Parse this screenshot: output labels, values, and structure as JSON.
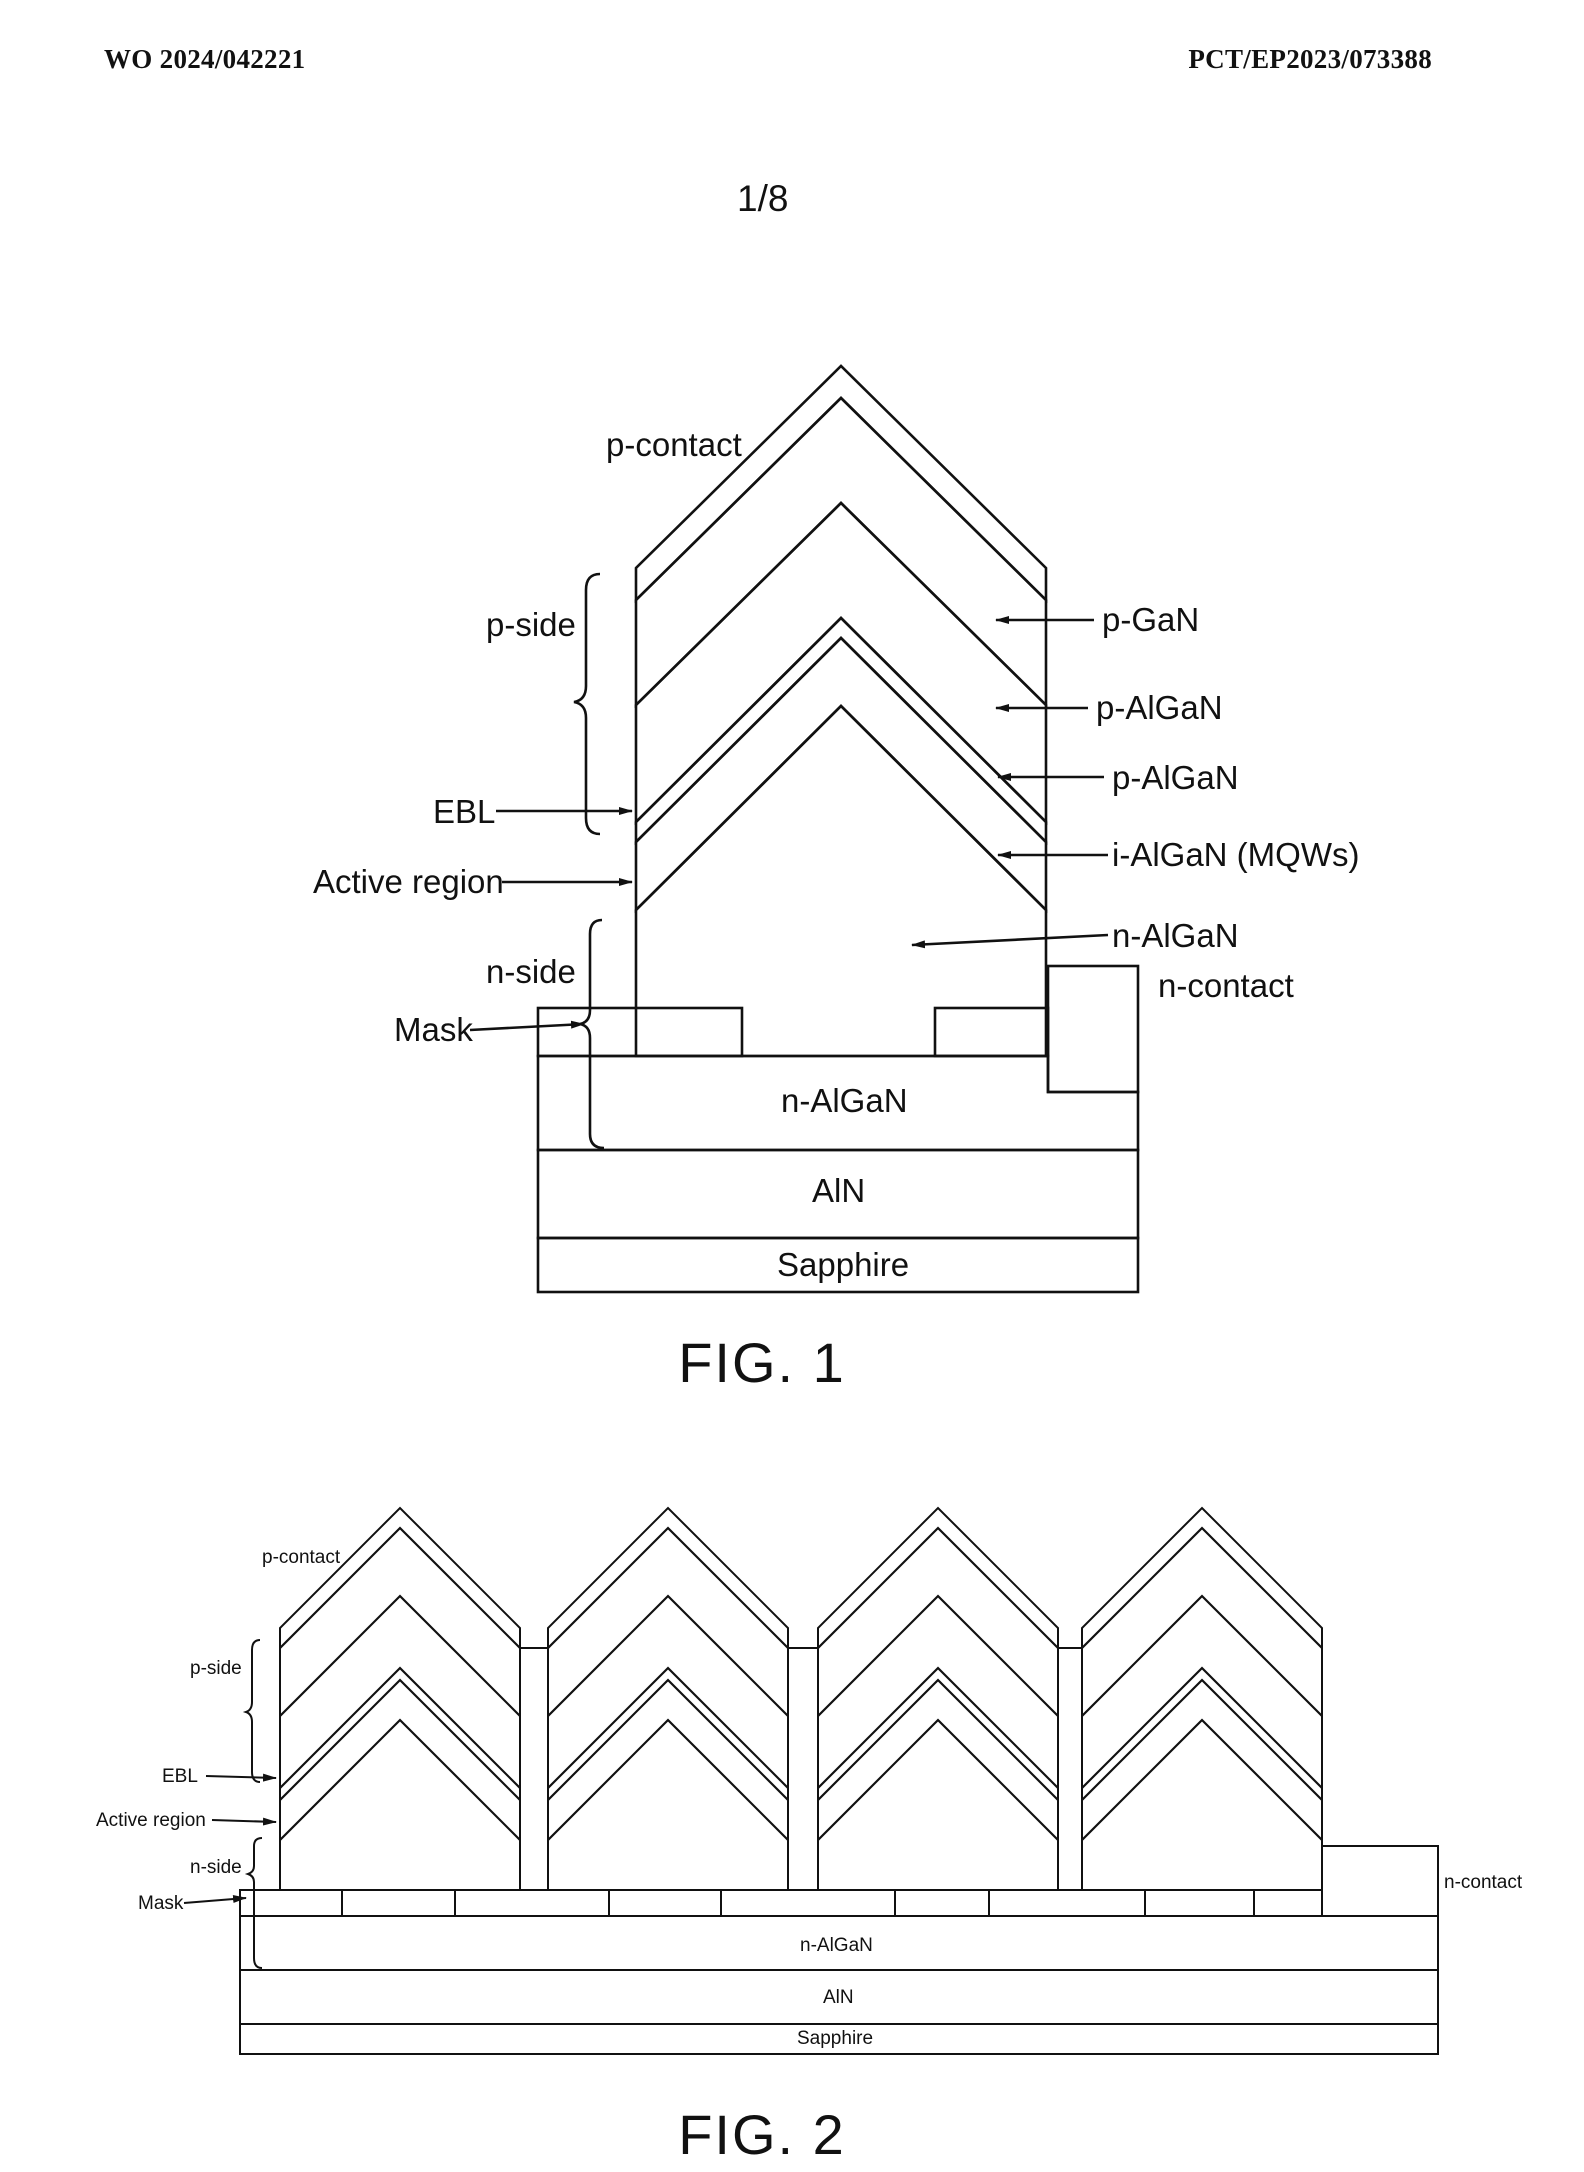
{
  "header": {
    "publication_number": "WO 2024/042221",
    "application_number": "PCT/EP2023/073388"
  },
  "page_number": "1/8",
  "fig1": {
    "caption": "FIG. 1",
    "labels": {
      "p_contact": "p-contact",
      "p_side": "p-side",
      "ebl": "EBL",
      "active_region": "Active region",
      "n_side": "n-side",
      "mask": "Mask",
      "p_gan": "p-GaN",
      "p_algan_1": "p-AlGaN",
      "p_algan_2": "p-AlGaN",
      "i_algan": "i-AlGaN (MQWs)",
      "n_algan_upper": "n-AlGaN",
      "n_contact": "n-contact",
      "n_algan_lower": "n-AlGaN",
      "aln": "AlN",
      "sapphire": "Sapphire"
    }
  },
  "fig2": {
    "caption": "FIG. 2",
    "labels": {
      "p_contact": "p-contact",
      "p_side": "p-side",
      "ebl": "EBL",
      "active_region": "Active region",
      "n_side": "n-side",
      "mask": "Mask",
      "n_contact": "n-contact",
      "n_algan": "n-AlGaN",
      "aln": "AlN",
      "sapphire": "Sapphire"
    }
  }
}
